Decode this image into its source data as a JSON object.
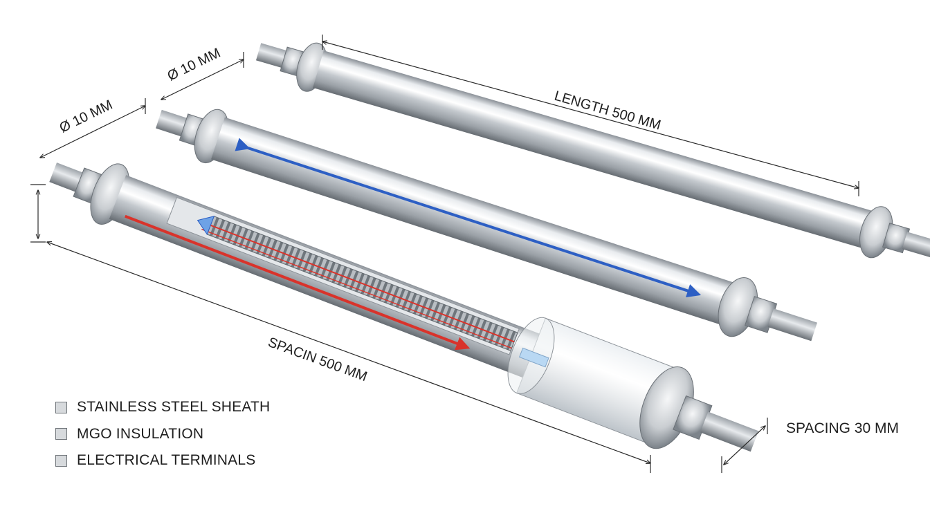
{
  "labels": {
    "dia_1": "Ø 10 MM",
    "dia_2": "Ø 10 MM",
    "length": "LENGTH 500 MM",
    "spacin": "SPACIN 500 MM",
    "spacing": "SPACING 30 MM"
  },
  "legend": [
    {
      "label": "STAINLESS STEEL SHEATH"
    },
    {
      "label": "MGO INSULATION"
    },
    {
      "label": "ELECTRICAL TERMINALS"
    }
  ],
  "colors": {
    "heat_arrow": "#d9332b",
    "flow_arrow": "#2d5fc4",
    "steel_light": "#f1f3f5",
    "steel_dark": "#7d848b",
    "dimension_line": "#2a2a2a"
  }
}
